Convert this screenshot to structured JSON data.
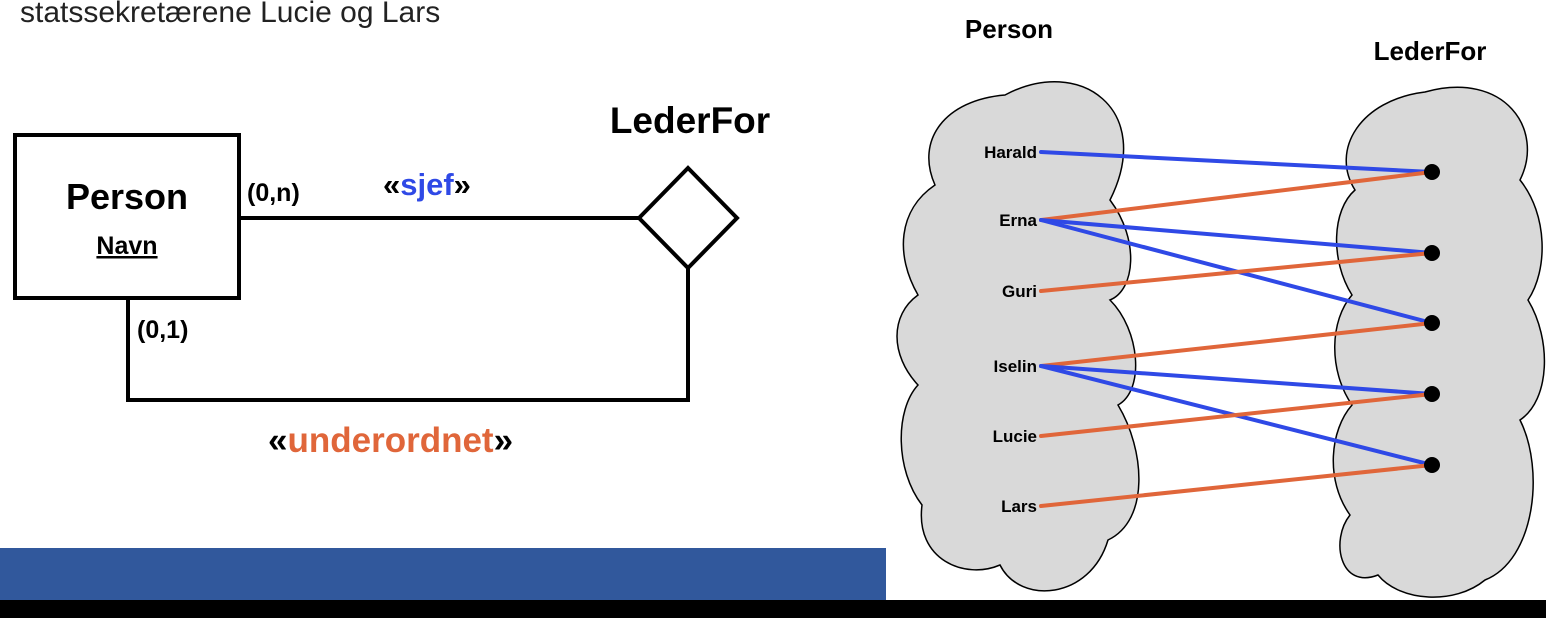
{
  "heading_fragment": "statssekretærene Lucie og Lars",
  "er_diagram": {
    "entity_name": "Person",
    "entity_attribute": "Navn",
    "relationship_name": "LederFor",
    "card_sjef": "(0,n)",
    "card_underordnet": "(0,1)",
    "role_sjef": {
      "open": "«",
      "word": "sjef",
      "close": "»"
    },
    "role_underordnet": {
      "open": "«",
      "word": "underordnet",
      "close": "»"
    }
  },
  "instance_diagram": {
    "person_label": "Person",
    "lederfor_label": "LederFor",
    "persons": [
      "Harald",
      "Erna",
      "Guri",
      "Iselin",
      "Lucie",
      "Lars"
    ],
    "relationship_instances": 5,
    "links": [
      {
        "person": "Harald",
        "instance": 1,
        "role": "sjef"
      },
      {
        "person": "Erna",
        "instance": 1,
        "role": "underordnet"
      },
      {
        "person": "Erna",
        "instance": 2,
        "role": "sjef"
      },
      {
        "person": "Erna",
        "instance": 3,
        "role": "sjef"
      },
      {
        "person": "Guri",
        "instance": 2,
        "role": "underordnet"
      },
      {
        "person": "Iselin",
        "instance": 3,
        "role": "underordnet"
      },
      {
        "person": "Iselin",
        "instance": 4,
        "role": "sjef"
      },
      {
        "person": "Iselin",
        "instance": 5,
        "role": "sjef"
      },
      {
        "person": "Lucie",
        "instance": 4,
        "role": "underordnet"
      },
      {
        "person": "Lars",
        "instance": 5,
        "role": "underordnet"
      }
    ]
  },
  "colors": {
    "sjef": "#2f49e6",
    "underordnet": "#e0663a",
    "footer_bar": "#31589c",
    "cloud_fill": "#d9d9d9",
    "bottom_bar": "#000000"
  }
}
